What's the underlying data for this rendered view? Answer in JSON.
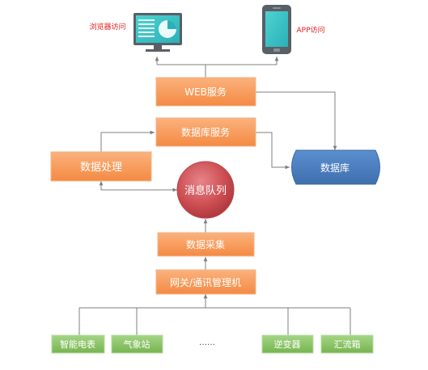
{
  "diagram": {
    "browser_label": "浏览器访问",
    "app_label": "APP访问",
    "web_service": "WEB服务",
    "db_service": "数据库服务",
    "data_processing": "数据处理",
    "database": "数据库",
    "message_queue": "消息队列",
    "data_collection": "数据采集",
    "gateway": "网关/通讯管理机",
    "devices": [
      {
        "label": "智能电表"
      },
      {
        "label": "气象站"
      },
      {
        "label": "……"
      },
      {
        "label": "逆变器"
      },
      {
        "label": "汇流箱"
      }
    ]
  },
  "colors": {
    "orange": "#f79a5a",
    "blue_db": "#4f81bd",
    "green_device": "#8cc769",
    "red_queue": "#c8474c",
    "connector": "#7f7f7f",
    "accent_label": "#e02020"
  }
}
